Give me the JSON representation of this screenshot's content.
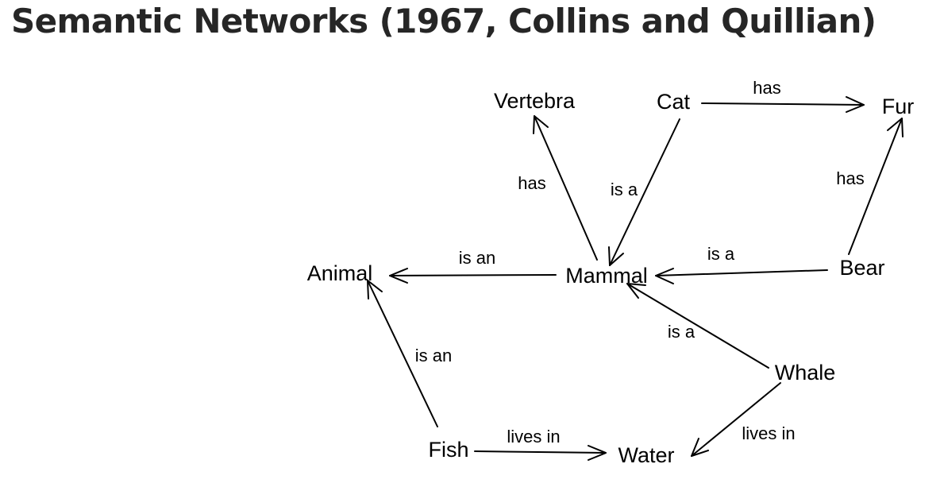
{
  "title": "Semantic Networks (1967, Collins and Quillian)",
  "diagram": {
    "nodes": {
      "vertebra": "Vertebra",
      "cat": "Cat",
      "fur": "Fur",
      "animal": "Animal",
      "mammal": "Mammal",
      "bear": "Bear",
      "whale": "Whale",
      "fish": "Fish",
      "water": "Water"
    },
    "edges": {
      "cat_fur": "has",
      "mammal_vertebra": "has",
      "cat_mammal": "is a",
      "bear_fur": "has",
      "mammal_animal": "is an",
      "bear_mammal": "is a",
      "whale_mammal": "is a",
      "fish_animal": "is an",
      "fish_water": "lives in",
      "whale_water": "lives in"
    }
  }
}
